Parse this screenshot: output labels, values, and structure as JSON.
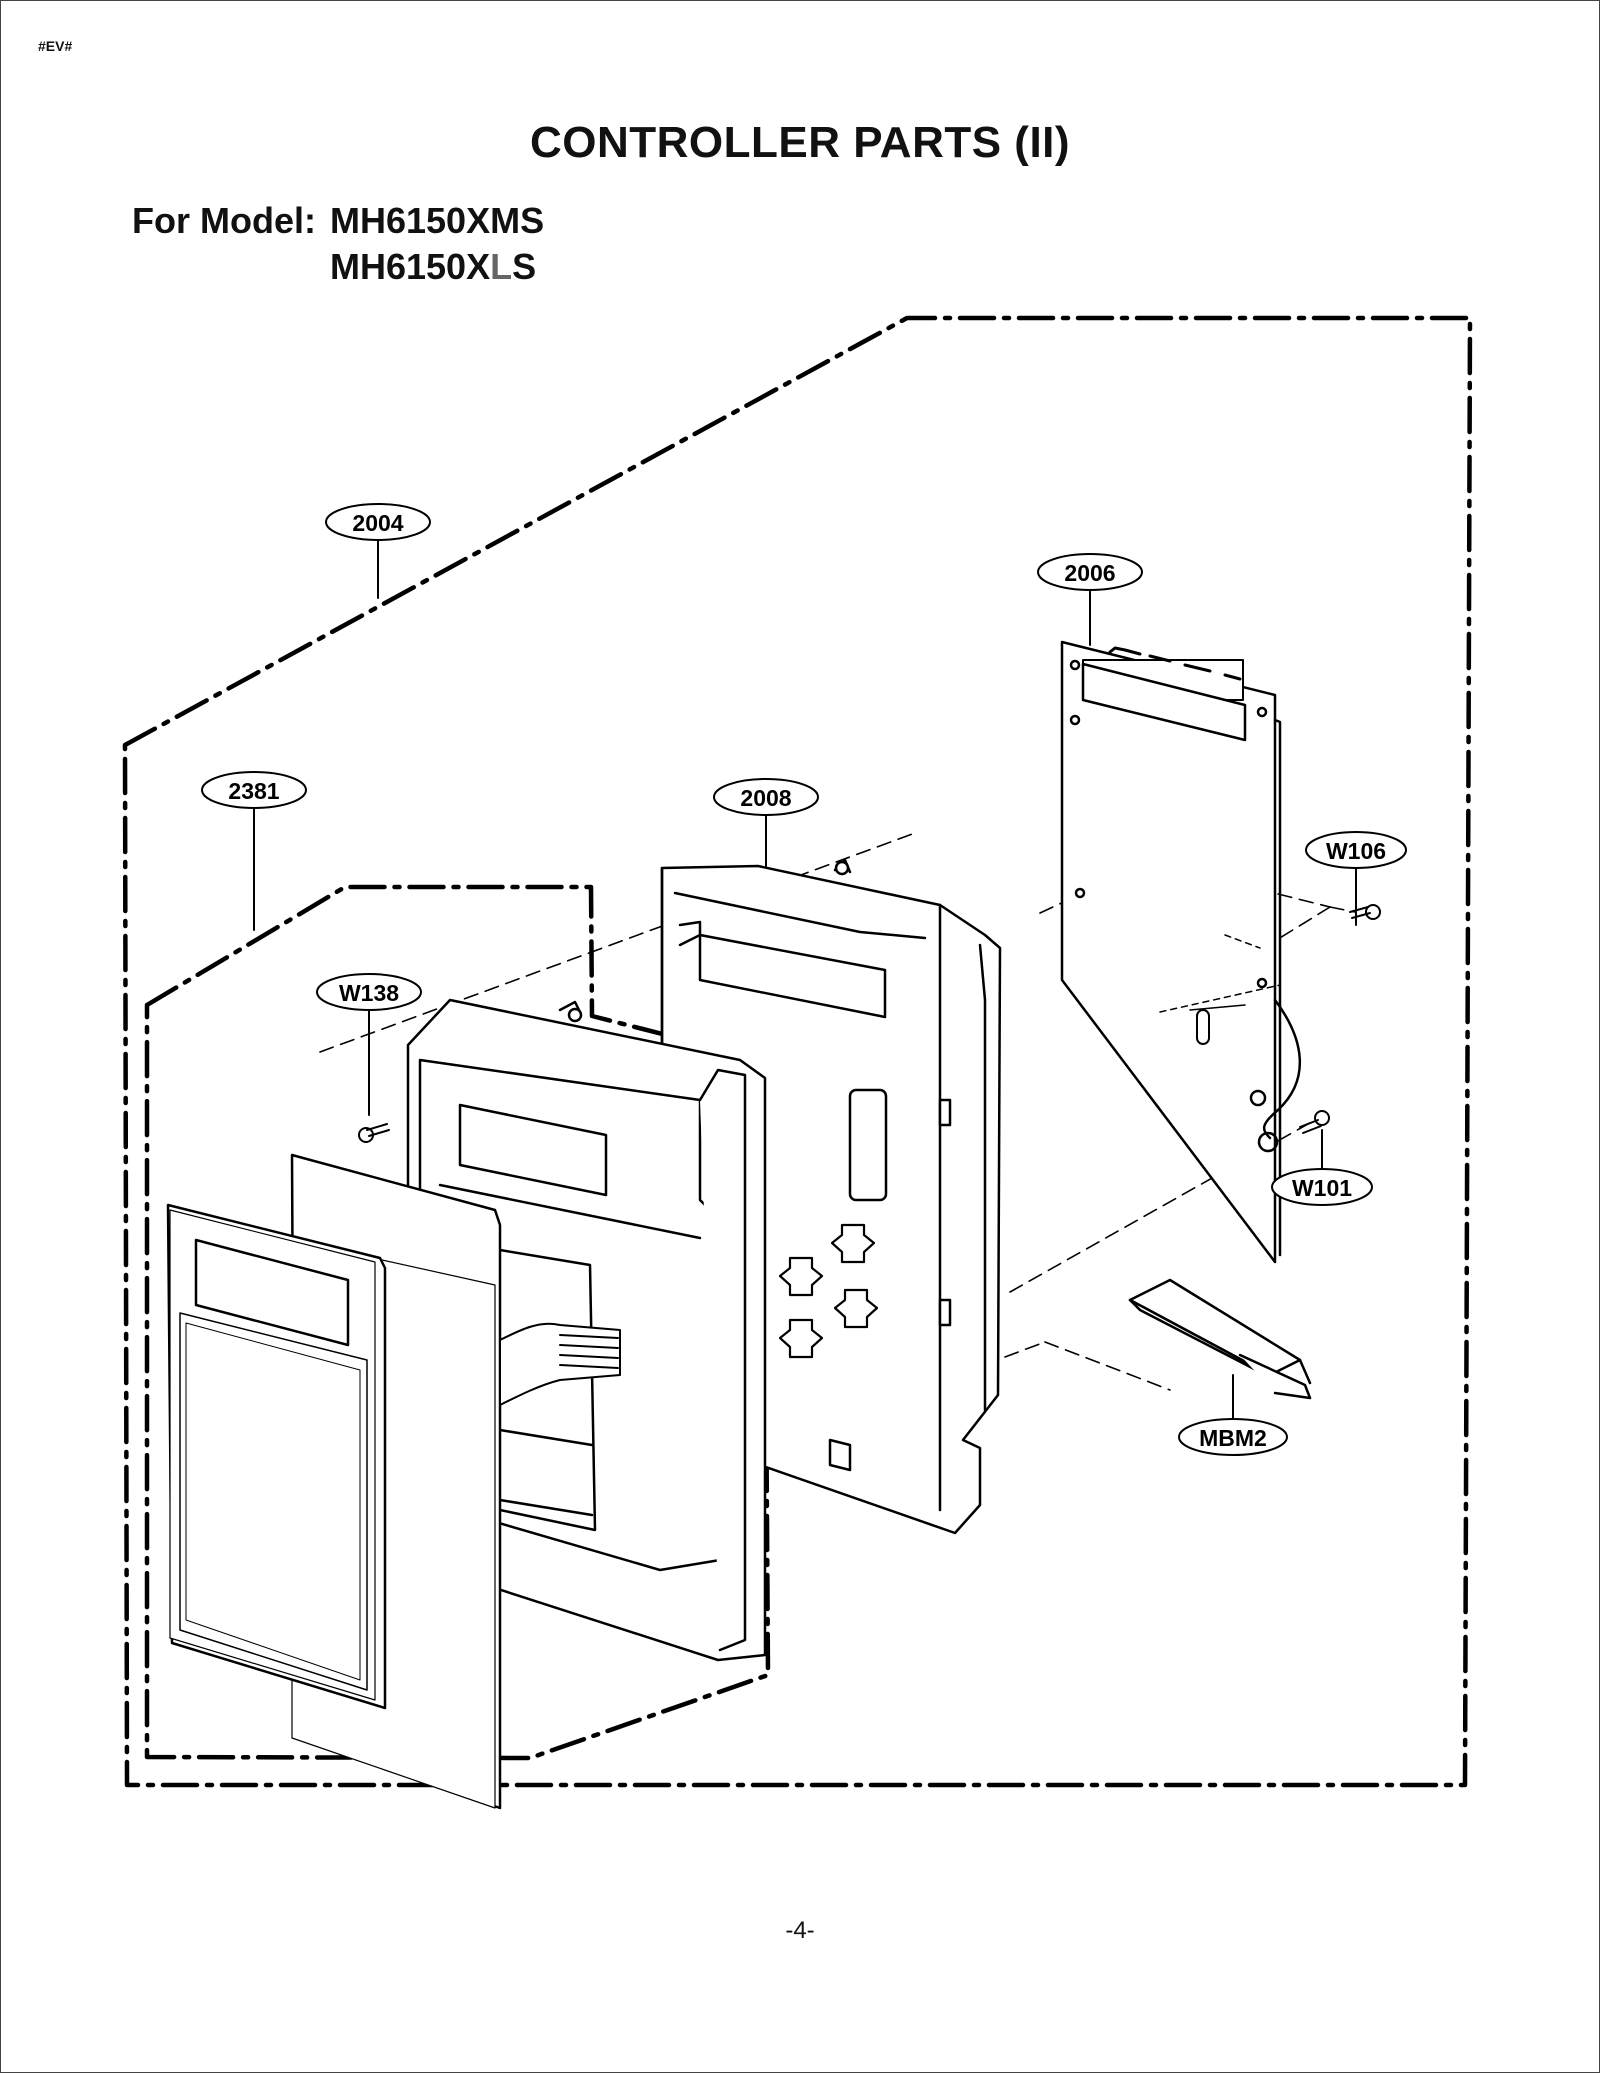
{
  "header_tag": "#EV#",
  "title": "CONTROLLER PARTS (II)",
  "model": {
    "label": "For Model:",
    "models": [
      "MH6150XMS",
      "MH6150XLS"
    ],
    "model2_parts": [
      "MH6150X",
      "L",
      "S"
    ]
  },
  "callouts": [
    "2004",
    "2006",
    "2381",
    "2008",
    "W106",
    "W138",
    "W101",
    "MBM2"
  ],
  "page_number": "-4-"
}
